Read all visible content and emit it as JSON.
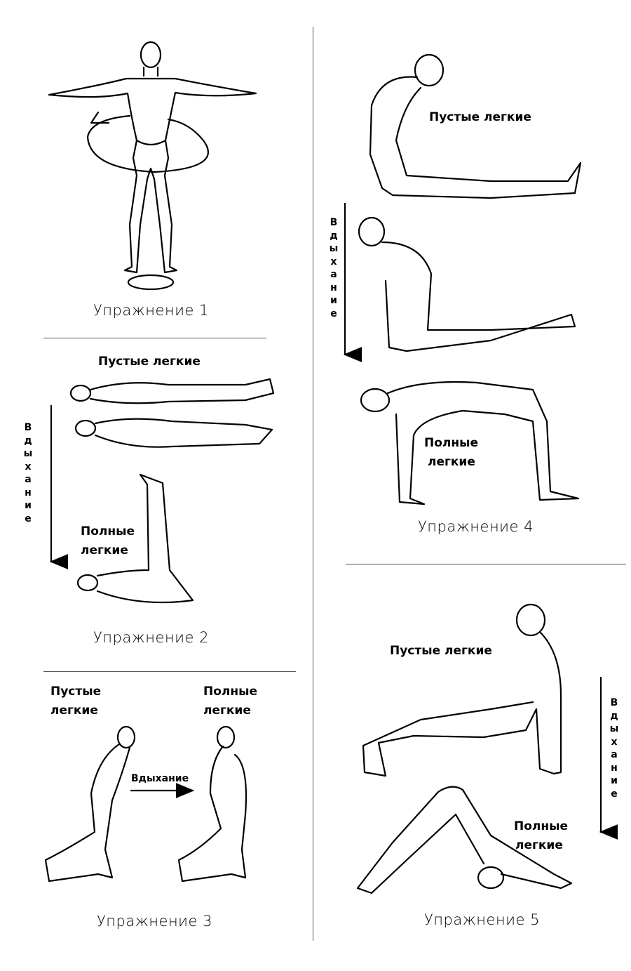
{
  "exercises": [
    {
      "title": "Упражнение 1"
    },
    {
      "title": "Упражнение 2",
      "top_label": "Пустые легкие",
      "breath": "Вдыхание",
      "bottom_label": [
        "Полные",
        "легкие"
      ]
    },
    {
      "title": "Упражнение 3",
      "left_label": [
        "Пустые",
        "легкие"
      ],
      "right_label": [
        "Полные",
        "легкие"
      ],
      "breath": "Вдыхание"
    },
    {
      "title": "Упражнение 4",
      "top_label": "Пустые легкие",
      "breath": "Вдыхание",
      "bottom_label": [
        "Полные",
        "легкие"
      ]
    },
    {
      "title": "Упражнение 5",
      "top_label": "Пустые легкие",
      "breath": "Вдыхание",
      "bottom_label": [
        "Полные",
        "легкие"
      ]
    }
  ]
}
